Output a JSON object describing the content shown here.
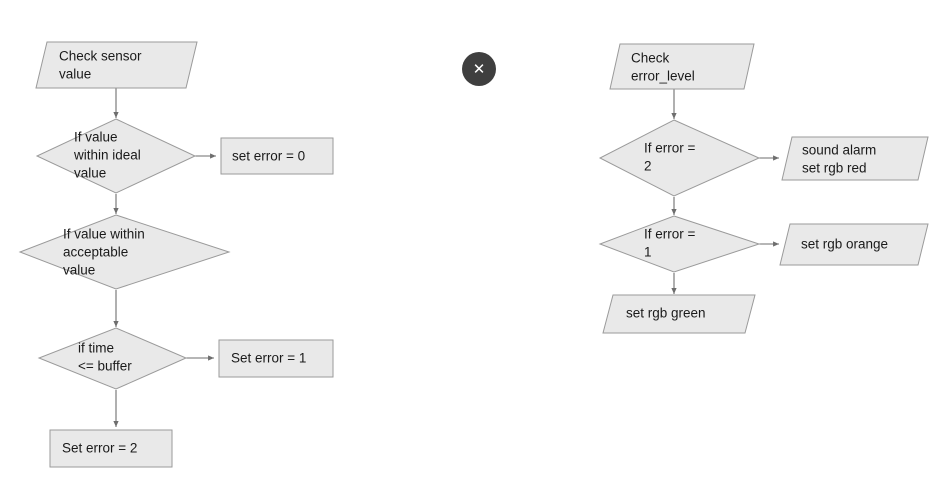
{
  "diagram": {
    "type": "flowchart",
    "background_color": "#ffffff",
    "shape_fill": "#e9e9e9",
    "shape_border": "#9a9a9a",
    "connector_color": "#6e6e6e",
    "left_flow": {
      "nodes": [
        {
          "id": "check-sensor-value",
          "shape": "parallelogram",
          "lines": [
            "Check sensor",
            "value"
          ]
        },
        {
          "id": "if-value-within-ideal-value",
          "shape": "diamond",
          "lines": [
            "If value",
            "within ideal",
            "value"
          ]
        },
        {
          "id": "set-error-0",
          "shape": "rectangle",
          "lines": [
            "set error = 0"
          ]
        },
        {
          "id": "if-value-within-acceptable-value",
          "shape": "diamond",
          "lines": [
            "If value within",
            "acceptable",
            "value"
          ]
        },
        {
          "id": "if-time-lte-buffer",
          "shape": "diamond",
          "lines": [
            "if time",
            "<= buffer"
          ]
        },
        {
          "id": "set-error-1",
          "shape": "rectangle",
          "lines": [
            "Set error = 1"
          ]
        },
        {
          "id": "set-error-2",
          "shape": "rectangle",
          "lines": [
            "Set error = 2"
          ]
        }
      ]
    },
    "right_flow": {
      "nodes": [
        {
          "id": "check-error-level",
          "shape": "parallelogram",
          "lines": [
            "Check",
            "error_level"
          ]
        },
        {
          "id": "if-error-2",
          "shape": "diamond",
          "lines": [
            "If error =",
            "2"
          ]
        },
        {
          "id": "sound-alarm-set-rgb-red",
          "shape": "parallelogram",
          "lines": [
            "sound alarm",
            "set rgb red"
          ]
        },
        {
          "id": "if-error-1",
          "shape": "diamond",
          "lines": [
            "If error =",
            "1"
          ]
        },
        {
          "id": "set-rgb-orange",
          "shape": "parallelogram",
          "lines": [
            "set rgb orange"
          ]
        },
        {
          "id": "set-rgb-green",
          "shape": "parallelogram",
          "lines": [
            "set rgb green"
          ]
        }
      ]
    }
  },
  "close_button": {
    "icon": "close-icon",
    "glyph": "✕",
    "background_color": "#3f3f3f",
    "glyph_color": "#ffffff"
  }
}
